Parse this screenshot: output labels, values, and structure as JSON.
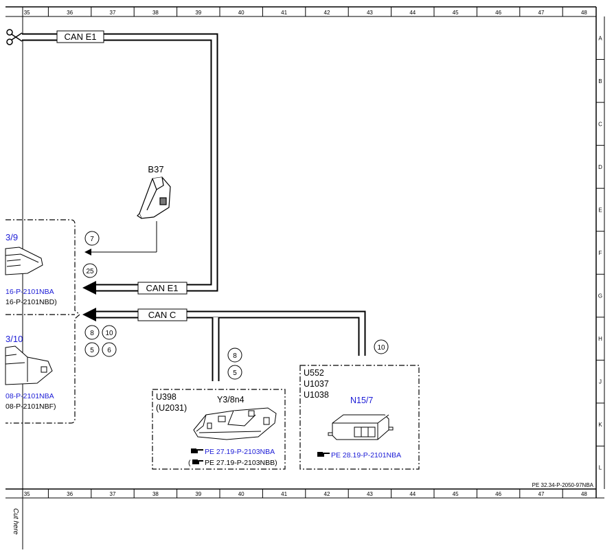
{
  "ruler": {
    "columns": [
      "35",
      "36",
      "37",
      "38",
      "39",
      "40",
      "41",
      "42",
      "43",
      "44",
      "45",
      "46",
      "47",
      "48"
    ],
    "rows": [
      "A",
      "B",
      "C",
      "D",
      "E",
      "F",
      "G",
      "H",
      "J",
      "K",
      "L"
    ]
  },
  "page_code": "PE 32.34-P-2050-97NBA",
  "cut_here": "Cut here",
  "buses": {
    "can_e1_top": "CAN E1",
    "can_e1_mid": "CAN E1",
    "can_c": "CAN C"
  },
  "components": {
    "b37": {
      "label": "B37"
    },
    "left_top": {
      "label": "3/9",
      "ref_link": "16-P-2101NBA",
      "ref_alt": "16-P-2101NBD)"
    },
    "left_bottom": {
      "label": "3/10",
      "ref_link": "08-P-2101NBA",
      "ref_alt": "08-P-2101NBF)"
    },
    "y3": {
      "codes": [
        "U398",
        "(U2031)"
      ],
      "label": "Y3/8n4",
      "ref_link": "PE 27.19-P-2103NBA",
      "ref_alt_prefix": "(",
      "ref_alt": "PE 27.19-P-2103NBB)"
    },
    "n15": {
      "codes": [
        "U552",
        "U1037",
        "U1038"
      ],
      "label": "N15/7",
      "ref_link": "PE 28.19-P-2101NBA"
    }
  },
  "markers": {
    "m7": "7",
    "m25": "25",
    "m8a": "8",
    "m10a": "10",
    "m5a": "5",
    "m6": "6",
    "m8b": "8",
    "m5b": "5",
    "m10b": "10"
  },
  "colors": {
    "link": "#1a1ad6",
    "line": "#000000"
  },
  "icons": {
    "scissors": "scissors-icon",
    "pointer": "pointing-hand-icon"
  }
}
